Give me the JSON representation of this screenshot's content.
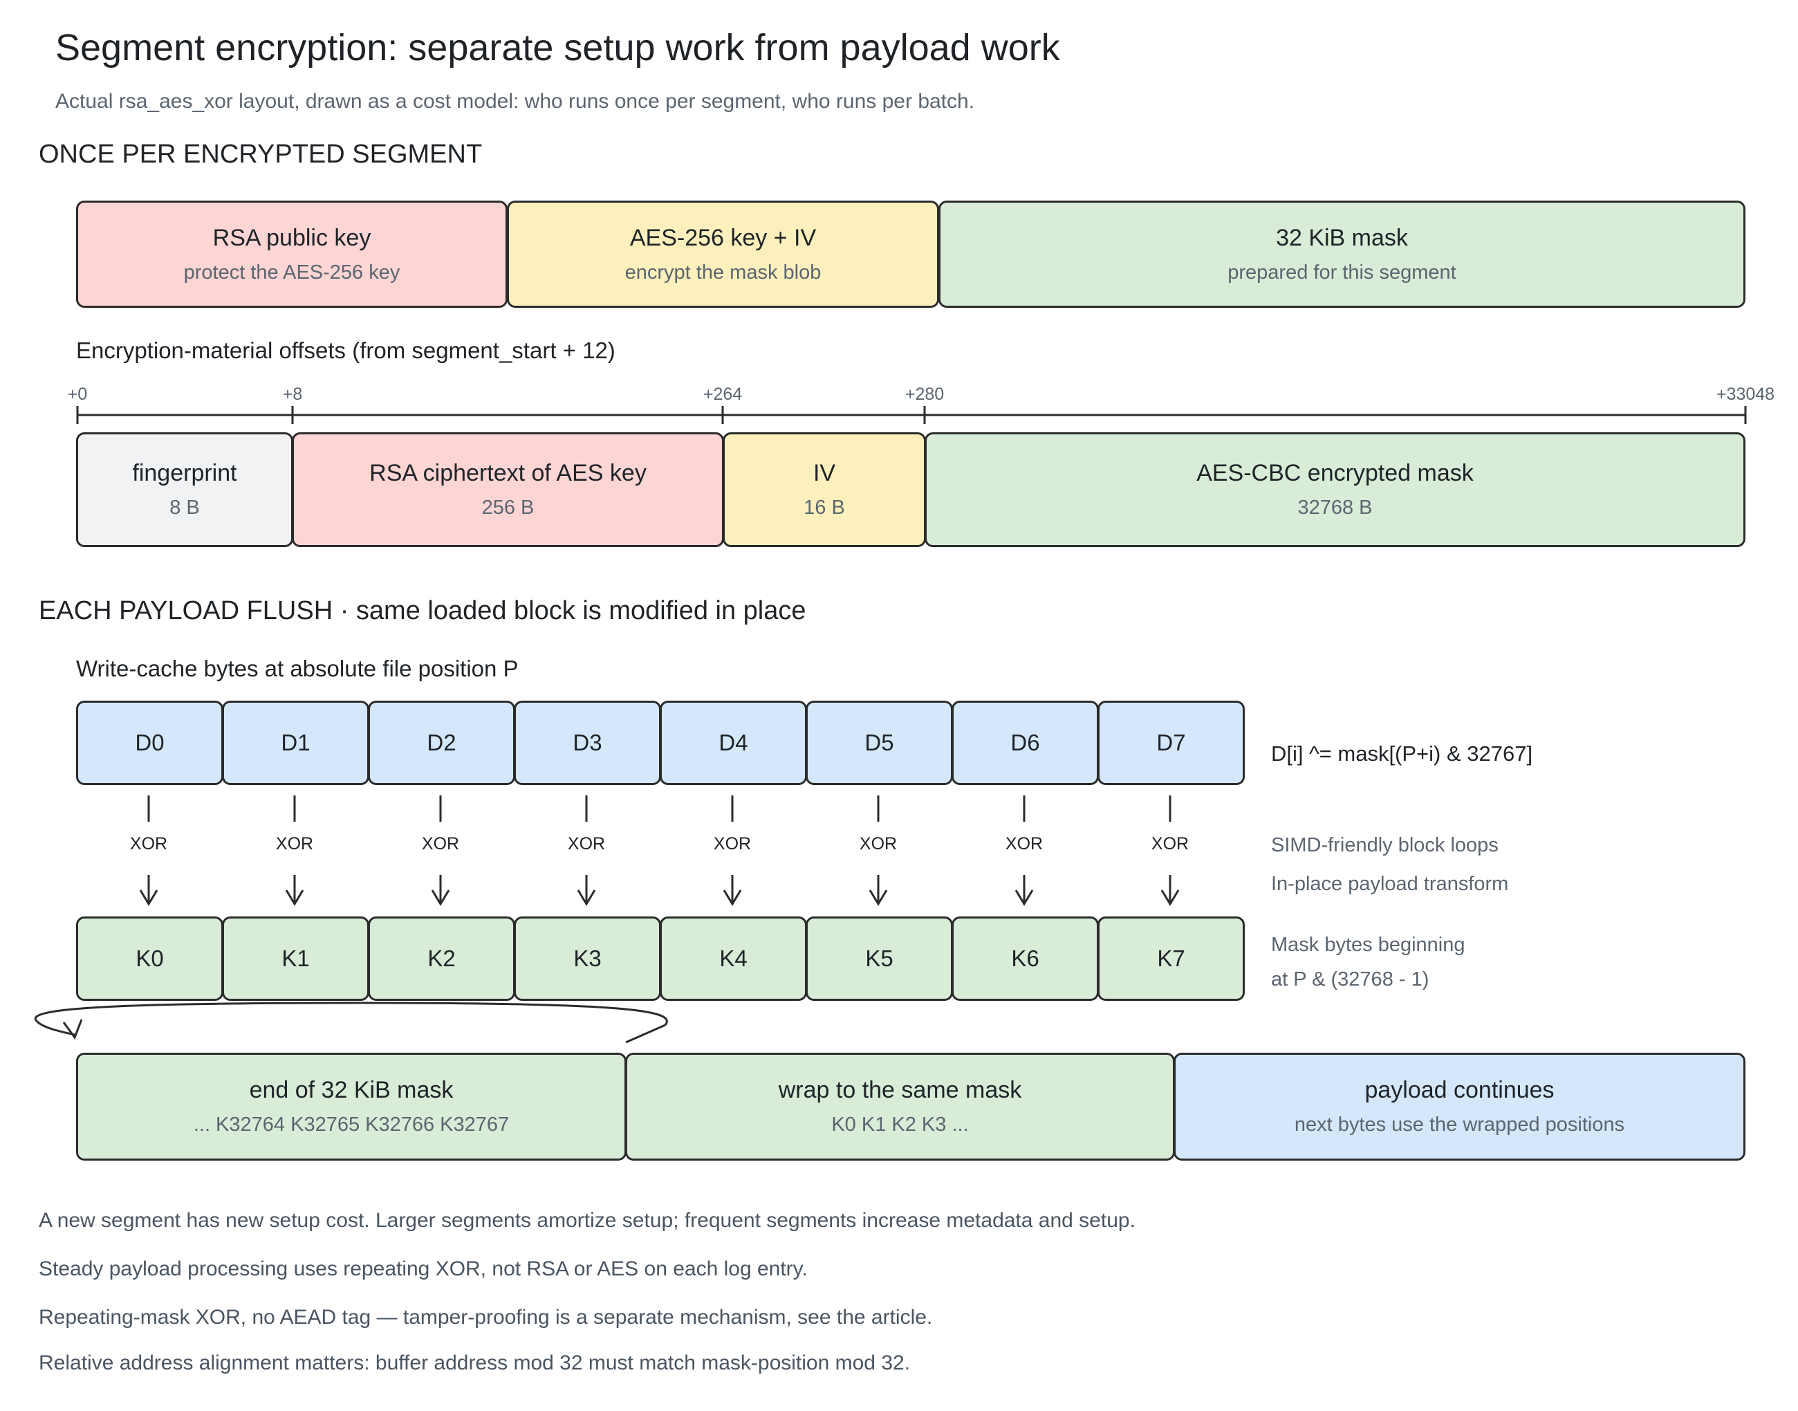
{
  "title": "Segment encryption: separate setup work from payload work",
  "subtitle": "Actual rsa_aes_xor layout, drawn as a cost model: who runs once per segment, who runs per batch.",
  "once_section": {
    "heading": "ONCE PER ENCRYPTED SEGMENT",
    "boxes": [
      {
        "title": "RSA public key",
        "sub": "protect the AES-256 key",
        "color": "#fdd5d4"
      },
      {
        "title": "AES-256 key + IV",
        "sub": "encrypt the mask blob",
        "color": "#fdf0bd"
      },
      {
        "title": "32 KiB mask",
        "sub": "prepared for this segment",
        "color": "#d8ecd7"
      }
    ]
  },
  "offsets": {
    "label": "Encryption-material offsets (from segment_start + 12)",
    "ticks": [
      "+0",
      "+8",
      "+264",
      "+280",
      "+33048"
    ],
    "fields": [
      {
        "title": "fingerprint",
        "size": "8 B",
        "color": "#f1f2f4"
      },
      {
        "title": "RSA ciphertext of AES key",
        "size": "256 B",
        "color": "#fdd5d4"
      },
      {
        "title": "IV",
        "size": "16 B",
        "color": "#fdf0bd"
      },
      {
        "title": "AES-CBC encrypted mask",
        "size": "32768 B",
        "color": "#d8ecd7"
      }
    ]
  },
  "flush_section": {
    "heading": "EACH PAYLOAD FLUSH · same loaded block is modified in place",
    "cache_label": "Write-cache bytes at absolute file position P",
    "data_cells": [
      "D0",
      "D1",
      "D2",
      "D3",
      "D4",
      "D5",
      "D6",
      "D7"
    ],
    "xor_label": "XOR",
    "mask_cells": [
      "K0",
      "K1",
      "K2",
      "K3",
      "K4",
      "K5",
      "K6",
      "K7"
    ],
    "formula": "D[i] ^= mask[(P+i) & 32767]",
    "side_notes": [
      "SIMD-friendly block loops",
      "In-place payload transform"
    ],
    "mask_note": [
      "Mask bytes beginning",
      "at P & (32768 - 1)"
    ],
    "wrap_boxes": [
      {
        "title": "end of 32 KiB mask",
        "sub": "... K32764 K32765 K32766 K32767",
        "color": "#d8ecd7"
      },
      {
        "title": "wrap to the same mask",
        "sub": "K0 K1 K2 K3 ...",
        "color": "#d8ecd7"
      },
      {
        "title": "payload continues",
        "sub": "next bytes use the wrapped positions",
        "color": "#d5e8fb"
      }
    ]
  },
  "notes": [
    "A new segment has new setup cost. Larger segments amortize setup; frequent segments increase metadata and setup.",
    "Steady payload processing uses repeating XOR, not RSA or AES on each log entry.",
    "Repeating-mask XOR, no AEAD tag — tamper-proofing is a separate mechanism, see the article.",
    "Relative address alignment matters: buffer address mod 32 must match mask-position mod 32."
  ]
}
